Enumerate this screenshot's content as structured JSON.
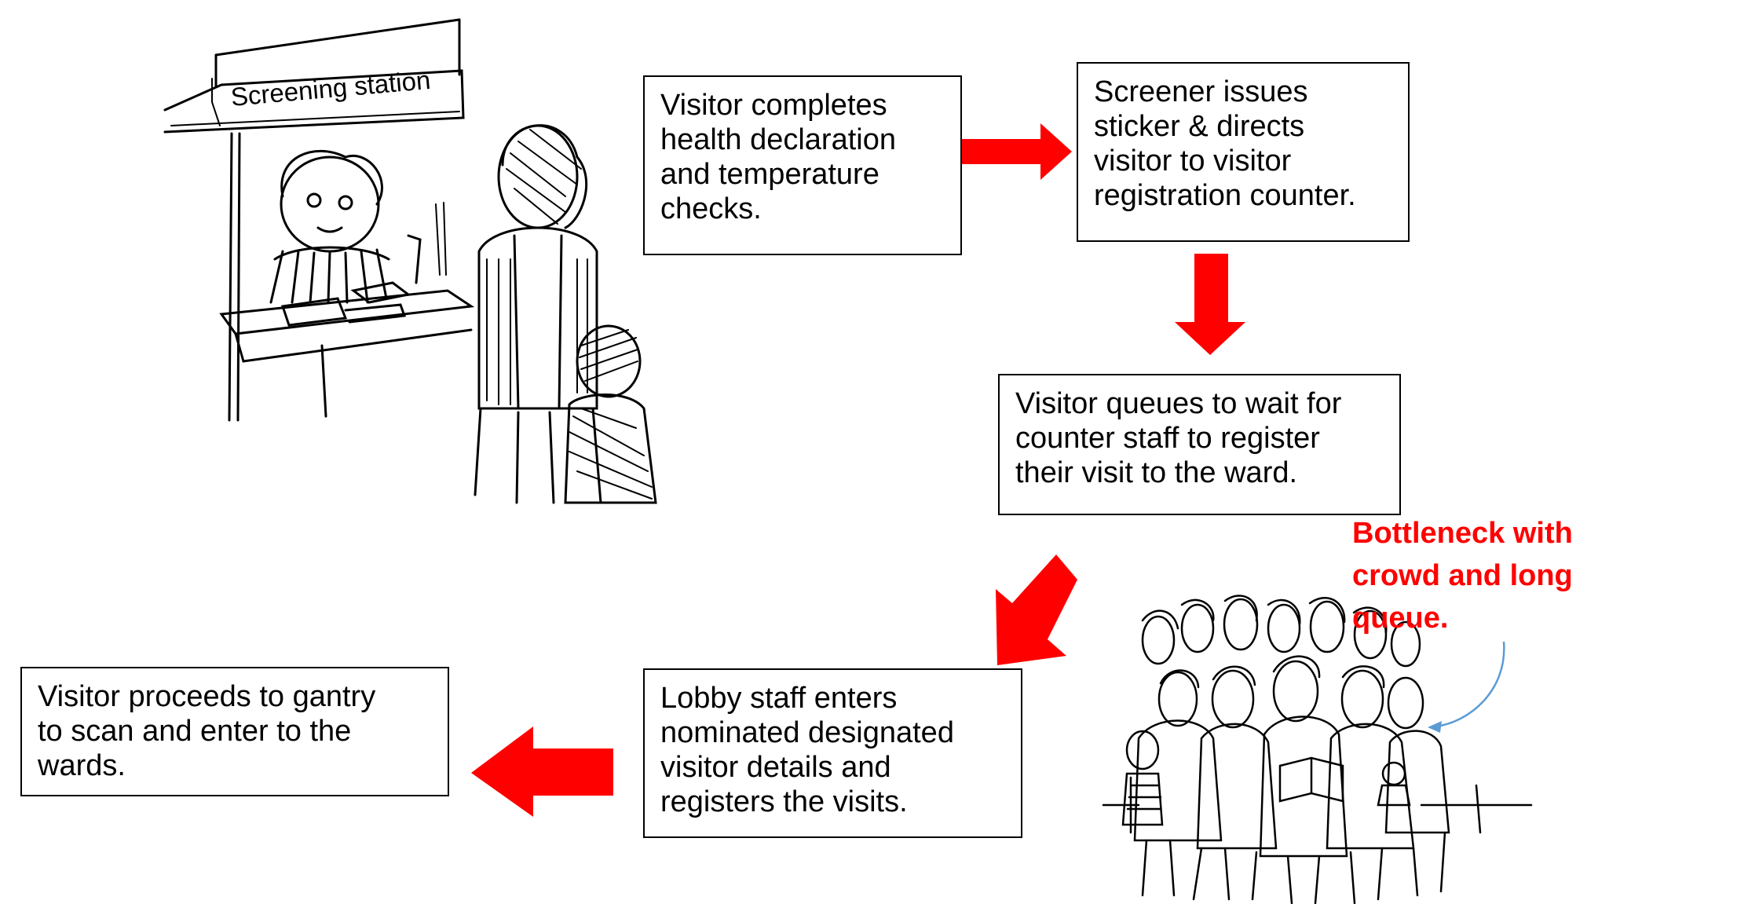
{
  "illustrations": {
    "screening_sign": "Screening station",
    "screening_scene": "sketch of screener at counter with visitor and child",
    "crowd_scene": "sketch of crowded waiting queue"
  },
  "steps": [
    {
      "id": 1,
      "text": "Visitor completes\nhealth declaration\nand temperature\nchecks."
    },
    {
      "id": 2,
      "text": "Screener issues\nsticker & directs\nvisitor to visitor\nregistration counter."
    },
    {
      "id": 3,
      "text": "Visitor queues to wait for\ncounter staff to register\ntheir visit to the ward."
    },
    {
      "id": 4,
      "text": "Lobby staff enters\nnominated designated\nvisitor details and\nregisters the visits."
    },
    {
      "id": 5,
      "text": "Visitor proceeds to gantry\nto scan and enter to the\nwards."
    }
  ],
  "annotation": {
    "text": "Bottleneck with\ncrowd and long\nqueue.",
    "color": "#ff0000",
    "pointer_color": "#5b9bd5"
  },
  "colors": {
    "arrow": "#ff0000",
    "border": "#000000",
    "text": "#000000"
  }
}
